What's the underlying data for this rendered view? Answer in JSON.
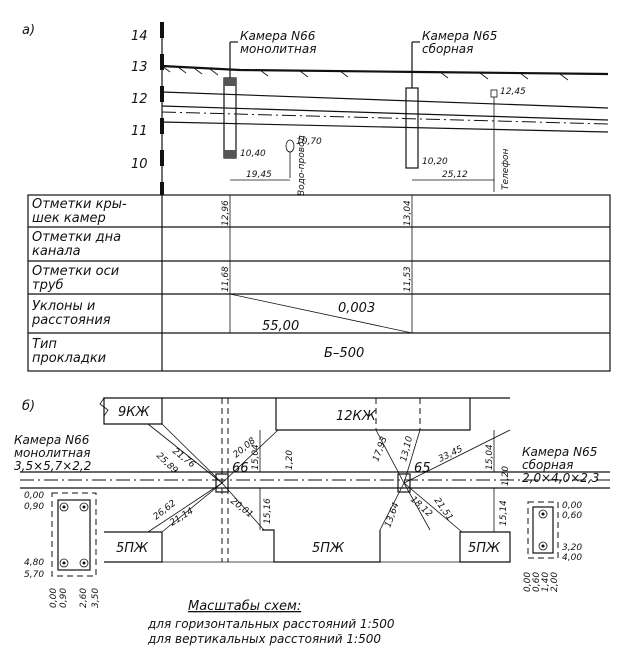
{
  "section_a": {
    "label": "а)",
    "scale_ticks": [
      "14",
      "13",
      "12",
      "11",
      "10"
    ],
    "chamber_66": {
      "title1": "Камера N66",
      "title2": "монолитная"
    },
    "chamber_65": {
      "title1": "Камера N65",
      "title2": "сборная"
    },
    "marks": {
      "m1040": "10,40",
      "m1070": "10,70",
      "m1020": "10,20",
      "m1245": "12,45",
      "d1945": "19,45",
      "d2512": "25,12"
    },
    "vodoprovod": "Водо-провод",
    "telefon": "Телефон",
    "table": {
      "rows": [
        {
          "l1": "Отметки кры-",
          "l2": "шек камер"
        },
        {
          "l1": "Отметки дна",
          "l2": "канала"
        },
        {
          "l1": "Отметки оси",
          "l2": "труб"
        },
        {
          "l1": "Уклоны и",
          "l2": "расстояния"
        },
        {
          "l1": "Тип",
          "l2": "прокладки"
        }
      ],
      "v1296": "12,96",
      "v1304": "13,04",
      "v1168": "11,68",
      "v1153": "11,53",
      "slope": "0,003",
      "dist": "55,00",
      "type": "Б–500"
    }
  },
  "section_b": {
    "label": "б)",
    "kzh9": "9КЖ",
    "kzh12": "12КЖ",
    "pzh_left": "5ПЖ",
    "pzh_mid": "5ПЖ",
    "pzh_right": "5ПЖ",
    "c66": "66",
    "c65": "65",
    "left_title1": "Камера N66",
    "left_title2": "монолитная",
    "left_dims": "3,5×5,7×2,2",
    "right_title1": "Камера N65",
    "right_title2": "сборная",
    "right_dims": "2,0×4,0×2,3",
    "dims": {
      "a2176": "21,76",
      "a2589": "25,89",
      "a2008": "20,08",
      "a1504": "15,04",
      "a120": "1,20",
      "a1793": "17,93",
      "a1310": "13,10",
      "a3345": "33,45",
      "a1504r": "15,04",
      "a120r": "1,20",
      "a2662": "26,62",
      "a2114": "21,14",
      "a2001": "20,01",
      "a1516": "15,16",
      "a1364": "13,64",
      "a1812": "18,12",
      "a2151": "21,51",
      "a1514": "15,14"
    },
    "left_plan": {
      "y_labels": [
        "0,00",
        "0,90",
        "4,80",
        "5,70"
      ],
      "x_labels": [
        "0,00",
        "0,90",
        "2,60",
        "3,50"
      ]
    },
    "right_plan": {
      "y_labels": [
        "0,00",
        "0,60",
        "3,20",
        "4,00"
      ],
      "x_labels": [
        "0,00",
        "0,60",
        "1,40",
        "2,00"
      ]
    }
  },
  "scales": {
    "title": "Масштабы схем:",
    "line1": "для горизонтальных расстояний 1:500",
    "line2": "для вертикальных расстояний 1:500"
  }
}
